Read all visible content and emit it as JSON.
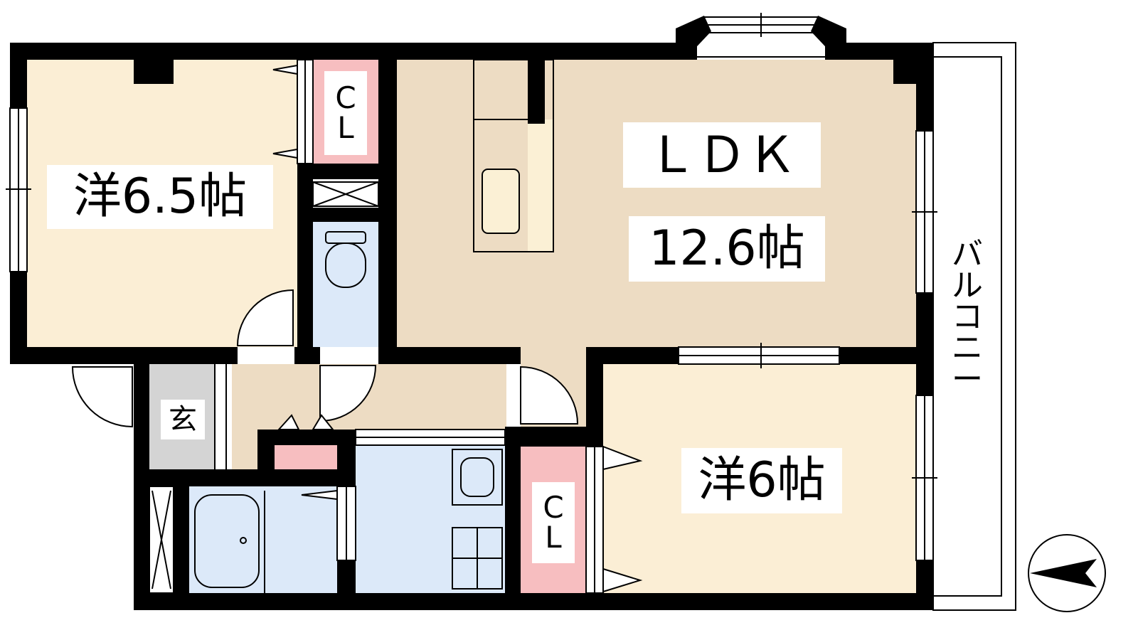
{
  "rooms": {
    "western_left": {
      "name": "洋6.5帖"
    },
    "ldk": {
      "name": "ＬＤＫ",
      "size": "12.6帖"
    },
    "western_right": {
      "name": "洋6帖"
    },
    "entrance": {
      "name": "玄"
    },
    "closet_top": {
      "line1": "C",
      "line2": "L"
    },
    "closet_bottom": {
      "line1": "C",
      "line2": "L"
    },
    "balcony": {
      "chars": [
        "バ",
        "ル",
        "コ",
        "ニ",
        "ー"
      ]
    }
  },
  "colors": {
    "wall": "#000000",
    "western_room": "#fbeed5",
    "ldk": "#eddcc3",
    "hall": "#eddcc3",
    "wet_area": "#dce9f9",
    "closet": "#f7bec0",
    "entrance": "#d4d4d4",
    "kitchen_counter": "#fbf0d5",
    "background": "#ffffff"
  }
}
